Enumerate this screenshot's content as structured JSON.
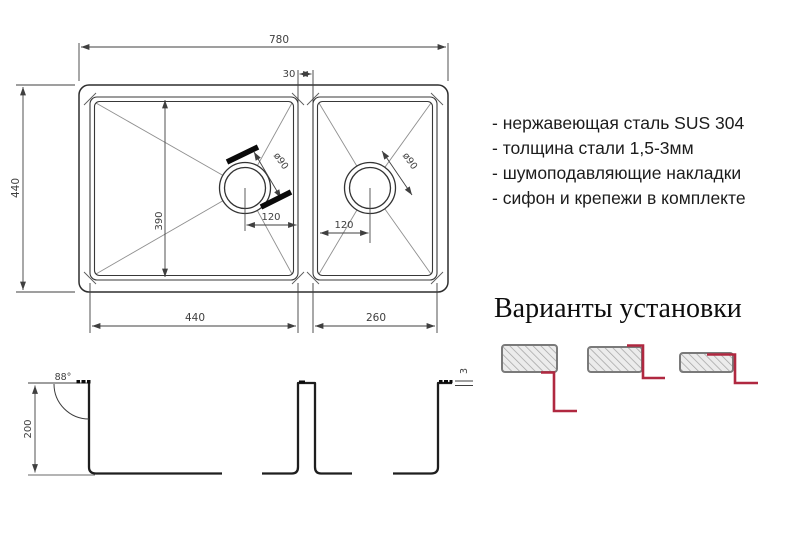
{
  "specs": {
    "items": [
      "- нержавеющая сталь SUS 304",
      "- толщина стали 1,5-3мм",
      "- шумоподавляющие накладки",
      "- сифон и крепежи в комплекте"
    ]
  },
  "installation": {
    "title": "Варианты установки"
  },
  "dimensions": {
    "top_view": {
      "total_width": "780",
      "total_depth": "440",
      "partition": "30",
      "bowl_depth": "390",
      "left_bowl_width": "440",
      "right_bowl_width": "260",
      "left_drain_offset": "120",
      "right_drain_offset": "120",
      "left_drain_diameter": "ø90",
      "right_drain_diameter": "ø90"
    },
    "side_view": {
      "bowl_height": "200",
      "wall_angle": "88°",
      "edge_thickness": "3"
    }
  },
  "colors": {
    "accent_red": "#b02840",
    "outline_dark": "#2e2e2e",
    "dimension_gray": "#3f3f3f",
    "diagonal_gray": "#8f8f8f",
    "hatch_border": "#7a7a7a",
    "hatch_fill": "#ececec"
  }
}
